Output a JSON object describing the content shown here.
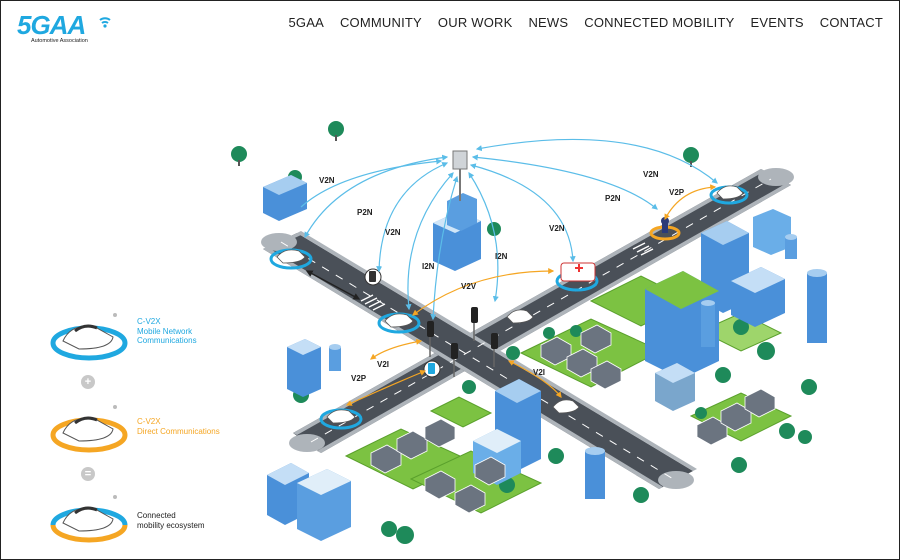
{
  "header": {
    "logo_text": "5GAA",
    "logo_subtitle": "Automotive Association",
    "nav": [
      "5GAA",
      "COMMUNITY",
      "OUR WORK",
      "NEWS",
      "CONNECTED MOBILITY",
      "EVENTS",
      "CONTACT"
    ]
  },
  "diagram": {
    "labels": {
      "v2n_1": "V2N",
      "p2n_1": "P2N",
      "v2n_2": "V2N",
      "i2n_1": "I2N",
      "i2n_2": "I2N",
      "v2n_3": "V2N",
      "v2v": "V2V",
      "v2n_4": "V2N",
      "v2p_1": "V2P",
      "p2n_2": "P2N",
      "v2i_1": "V2I",
      "v2p_2": "V2P",
      "v2i_2": "V2I"
    }
  },
  "legend": {
    "item1": {
      "line1": "C-V2X",
      "line2": "Mobile Network",
      "line3": "Communications",
      "color": "#1fa8e0"
    },
    "op1": "+",
    "item2": {
      "line1": "C-V2X",
      "line2": "Direct Communications",
      "color": "#f5a623"
    },
    "op2": "=",
    "item3": {
      "line1": "Connected",
      "line2": "mobility ecosystem",
      "color": "#222222"
    }
  },
  "colors": {
    "brand": "#1fa8e0",
    "direct": "#f5a623",
    "road": "#4a5058",
    "grass": "#7cc242",
    "building": "#4a90d9"
  }
}
